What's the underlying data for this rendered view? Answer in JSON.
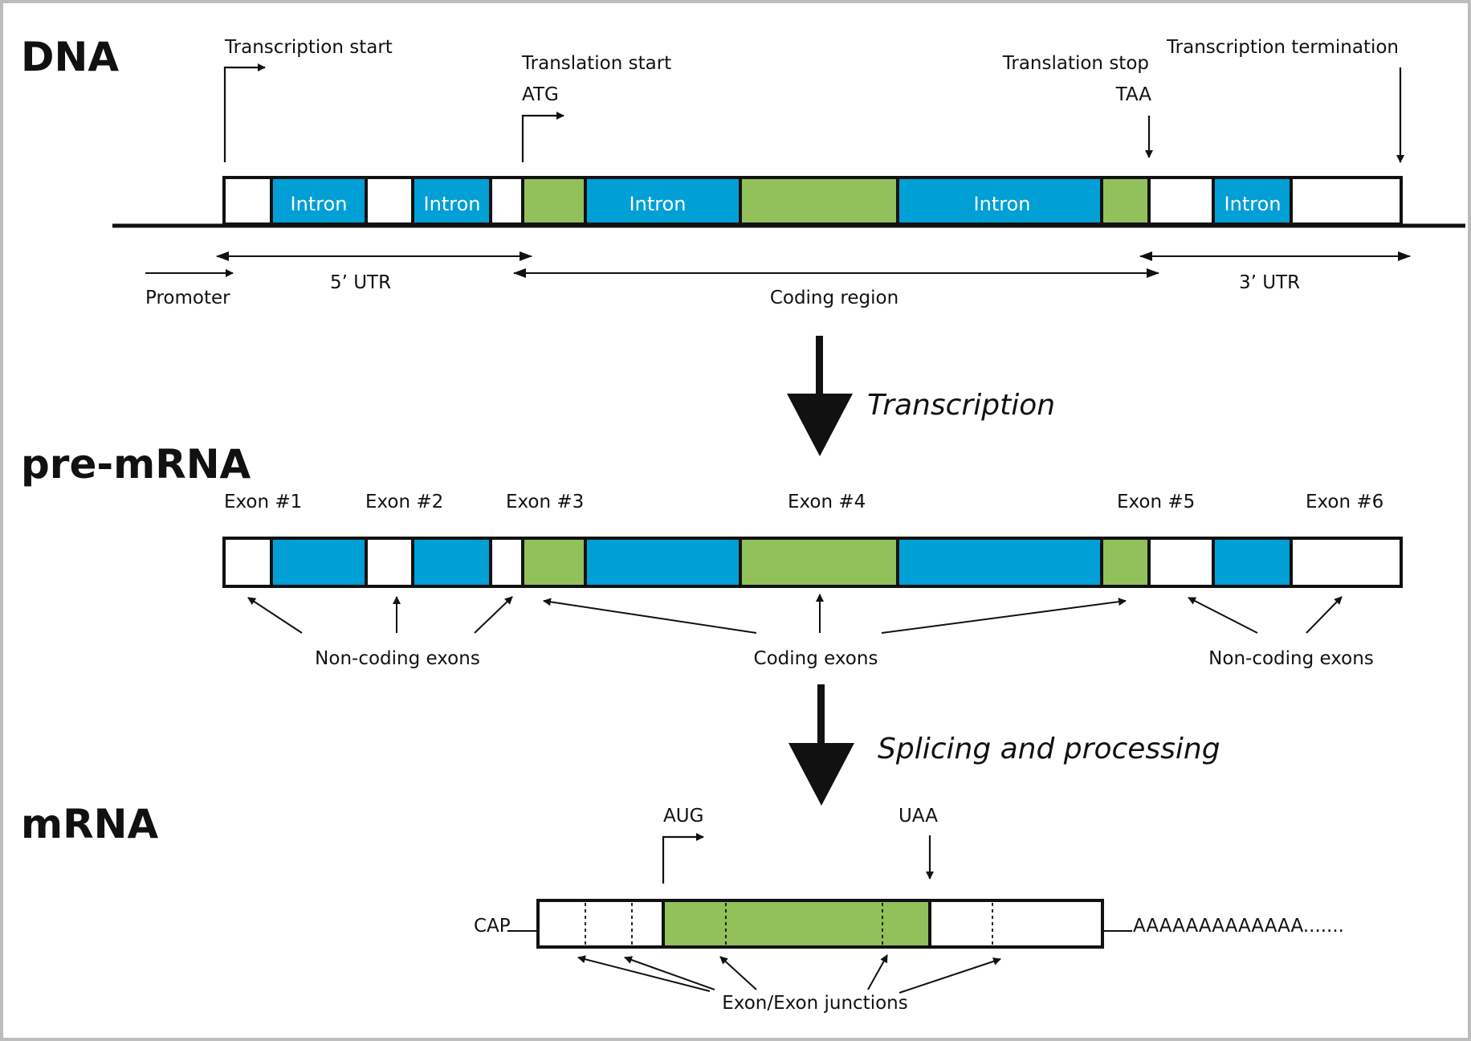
{
  "colors": {
    "intron": "#009fd6",
    "coding": "#92c05a",
    "noncoding": "#ffffff",
    "line": "#111111",
    "page_border": "#bdbdbd"
  },
  "sections": {
    "dna": "DNA",
    "pre_mrna": "pre-mRNA",
    "mrna": "mRNA"
  },
  "dna": {
    "transcription_start": "Transcription start",
    "translation_start": "Translation start",
    "start_codon": "ATG",
    "translation_stop": "Translation stop",
    "stop_codon": "TAA",
    "transcription_termination": "Transcription termination",
    "intron_label": "Intron",
    "promoter": "Promoter",
    "utr5": "5’ UTR",
    "coding_region": "Coding region",
    "utr3": "3’ UTR",
    "segments": [
      "noncoding",
      "intron",
      "noncoding",
      "intron",
      "noncoding",
      "coding",
      "intron",
      "coding",
      "intron",
      "coding",
      "noncoding",
      "intron",
      "noncoding"
    ]
  },
  "steps": {
    "transcription": "Transcription",
    "splicing": "Splicing and processing"
  },
  "pre_mrna": {
    "exons": [
      "Exon #1",
      "Exon #2",
      "Exon #3",
      "Exon #4",
      "Exon #5",
      "Exon #6"
    ],
    "noncoding_exons_left": "Non-coding exons",
    "coding_exons": "Coding exons",
    "noncoding_exons_right": "Non-coding exons"
  },
  "mrna": {
    "start_codon": "AUG",
    "stop_codon": "UAA",
    "cap": "CAP",
    "polya": "AAAAAAAAAAAAA.......",
    "junctions": "Exon/Exon junctions",
    "segments": [
      "noncoding",
      "coding",
      "noncoding"
    ]
  }
}
